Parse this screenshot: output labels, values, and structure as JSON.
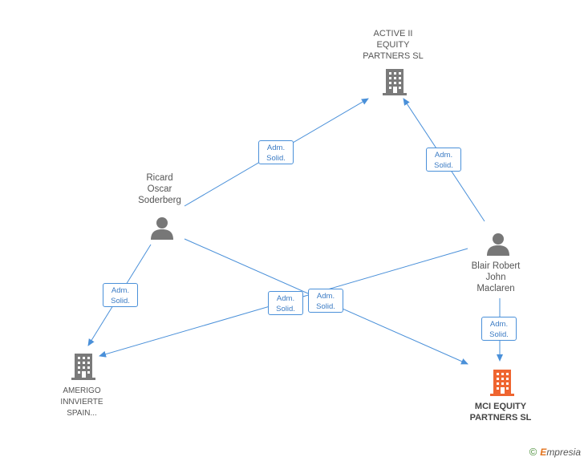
{
  "colors": {
    "edge": "#4a90d9",
    "company": "#7a7a7a",
    "focus_company": "#ef6530",
    "person": "#777777"
  },
  "nodes": {
    "active": {
      "lines": [
        "ACTIVE II",
        "EQUITY",
        "PARTNERS SL"
      ]
    },
    "ricard": {
      "lines": [
        "Ricard",
        "Oscar",
        "Soderberg"
      ]
    },
    "blair": {
      "lines": [
        "Blair Robert",
        "John",
        "Maclaren"
      ]
    },
    "amerigo": {
      "lines": [
        "AMERIGO",
        "INNVIERTE",
        "SPAIN..."
      ]
    },
    "mci": {
      "lines": [
        "MCI EQUITY",
        "PARTNERS SL"
      ]
    }
  },
  "edges": [
    {
      "lines": [
        "Adm.",
        "Solid."
      ]
    },
    {
      "lines": [
        "Adm.",
        "Solid."
      ]
    },
    {
      "lines": [
        "Adm.",
        "Solid."
      ]
    },
    {
      "lines": [
        "Adm.",
        "Solid."
      ]
    },
    {
      "lines": [
        "Adm.",
        "Solid."
      ]
    },
    {
      "lines": [
        "Adm.",
        "Solid."
      ]
    }
  ],
  "footer": {
    "copyright": "©",
    "brand_initial": "E",
    "brand_rest": "mpresia"
  }
}
